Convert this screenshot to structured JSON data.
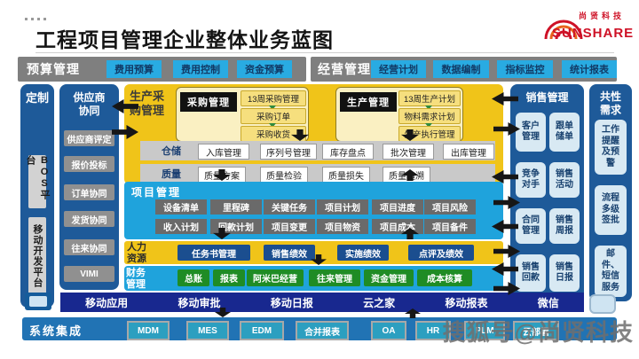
{
  "title": "工程项目管理企业整体业务蓝图",
  "logo": {
    "cn": "尚贤科技",
    "en": "SUNSHARE"
  },
  "watermark": "搜狐号@尚贤科技",
  "colors": {
    "yellow": "#F0C419",
    "cyan": "#1FA3DC",
    "panel_navy": "#1E5A99",
    "deep_navy": "#18288F",
    "bar_blue": "#2173B4",
    "chip_blue": "#29ABE2",
    "green": "#1F8C25",
    "gray_bar": "#7f7f7f",
    "logo_red": "#CE1126"
  },
  "budget_bar": {
    "label": "预算管理",
    "items": [
      "费用预算",
      "费用控制",
      "资金预算"
    ]
  },
  "operation_bar": {
    "label": "经营管理",
    "items": [
      "经营计划",
      "数据编制",
      "指标监控",
      "统计报表"
    ]
  },
  "custom_panel": {
    "label": "定制",
    "items": [
      "BOS平台",
      "移动开发平台"
    ]
  },
  "supplier_panel": {
    "label": "供应商协同",
    "items": [
      "供应商评定",
      "报价投标",
      "订单协同",
      "发货协同",
      "往来协同",
      "VIMI"
    ]
  },
  "production": {
    "label": "生产采购管理",
    "purchase": {
      "header": "采购管理",
      "items": [
        "13周采购管理",
        "采购订单",
        "采购收货"
      ]
    },
    "manufacture": {
      "header": "生产管理",
      "items": [
        "13周生产计划",
        "物料需求计划",
        "生产执行管理"
      ]
    },
    "warehouse": {
      "label": "仓储",
      "items": [
        "入库管理",
        "序列号管理",
        "库存盘点",
        "批次管理",
        "出库管理"
      ]
    },
    "quality": {
      "label": "质量",
      "items": [
        "质量方案",
        "质量检验",
        "质量损失",
        "质量追溯"
      ]
    }
  },
  "project": {
    "label": "项目管理",
    "row1": [
      "设备清单",
      "里程碑",
      "关键任务",
      "项目计划",
      "项目进度",
      "项目风险"
    ],
    "row2": [
      "收入计划",
      "回款计划",
      "项目变更",
      "项目物资",
      "项目成本",
      "项目备件"
    ]
  },
  "hr": {
    "label": "人力资源",
    "items": [
      "任务书管理",
      "销售绩效",
      "实施绩效",
      "点评及绩效"
    ]
  },
  "finance": {
    "label": "财务管理",
    "items": [
      "总账",
      "报表",
      "阿米巴经营",
      "往来管理",
      "资金管理",
      "成本核算"
    ]
  },
  "sales": {
    "label": "销售管理",
    "items": [
      "客户管理",
      "跟单储单",
      "竞争对手",
      "销售活动",
      "合同管理",
      "销售周报",
      "销售回款",
      "销售日报"
    ]
  },
  "common": {
    "label": "共性需求",
    "items": [
      "工作提醒及预警",
      "流程多级签批",
      "邮件、短信服务"
    ]
  },
  "mobile": {
    "items": [
      "移动应用",
      "移动审批",
      "移动日报",
      "云之家",
      "移动报表",
      "微信"
    ]
  },
  "integration": {
    "label": "系统集成",
    "items": [
      "MDM",
      "MES",
      "EDM",
      "合并报表",
      "OA",
      "HR",
      "PLM",
      "云部署"
    ]
  }
}
